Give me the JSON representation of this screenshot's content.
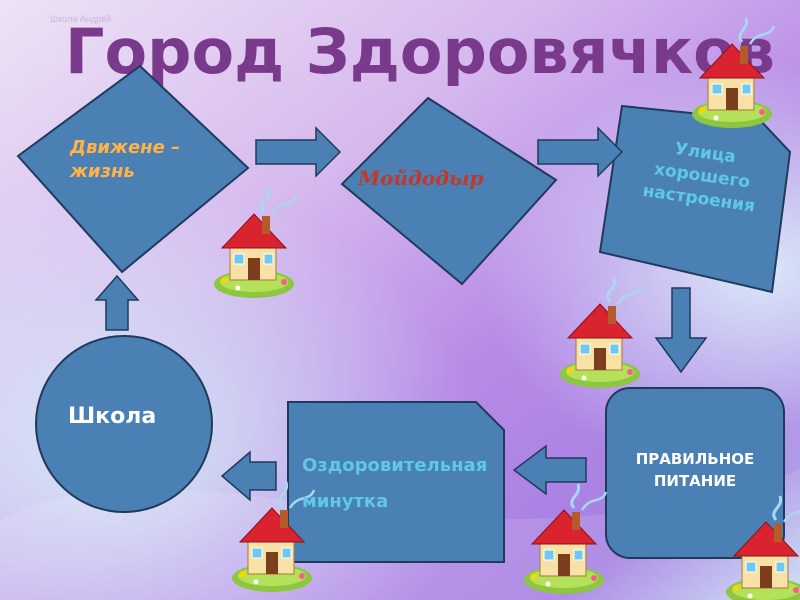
{
  "title": "Город Здоровячков",
  "watermark": "Школа Андрей",
  "nodes": {
    "movement": "Движене – жизнь",
    "moydodyr": "Мойдодыр",
    "street": "Улица хорошего настроения",
    "nutrition": "ПРАВИЛЬНОЕ ПИТАНИЕ",
    "minute": "Оздоровительная минутка",
    "school": "Школа"
  },
  "colors": {
    "shape_fill": "#4a80b4",
    "shape_stroke": "#1f3a5c",
    "title": "#7a3a8c"
  }
}
